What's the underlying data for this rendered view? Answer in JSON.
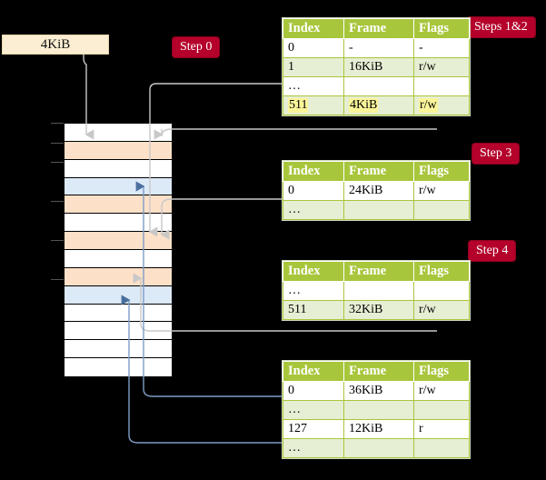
{
  "diagram": {
    "title_label": "4KiB",
    "steps": [
      {
        "id": "step0",
        "label": "Step 0"
      },
      {
        "id": "steps12",
        "label": "Steps 1&2"
      },
      {
        "id": "step3",
        "label": "Step 3"
      },
      {
        "id": "step4",
        "label": "Step 4"
      }
    ]
  },
  "memory": {
    "rows": [
      {
        "fill": "white"
      },
      {
        "fill": "orange"
      },
      {
        "fill": "white"
      },
      {
        "fill": "blue"
      },
      {
        "fill": "orange"
      },
      {
        "fill": "white"
      },
      {
        "fill": "orange"
      },
      {
        "fill": "white"
      },
      {
        "fill": "orange"
      },
      {
        "fill": "blue"
      },
      {
        "fill": "white"
      },
      {
        "fill": "white"
      },
      {
        "fill": "white"
      },
      {
        "fill": "white"
      }
    ]
  },
  "tables": [
    {
      "id": "table-1",
      "headers": [
        "Index",
        "Frame",
        "Flags"
      ],
      "rows": [
        {
          "cells": [
            "0",
            "-",
            "-"
          ],
          "alt": false,
          "highlight": false
        },
        {
          "cells": [
            "1",
            "16KiB",
            "r/w"
          ],
          "alt": true,
          "highlight": false
        },
        {
          "cells": [
            "…",
            "",
            ""
          ],
          "alt": false,
          "highlight": false
        },
        {
          "cells": [
            "511",
            "4KiB",
            "r/w"
          ],
          "alt": true,
          "highlight": true
        }
      ]
    },
    {
      "id": "table-2",
      "headers": [
        "Index",
        "Frame",
        "Flags"
      ],
      "rows": [
        {
          "cells": [
            "0",
            "24KiB",
            "r/w"
          ],
          "alt": false,
          "highlight": false
        },
        {
          "cells": [
            "…",
            "",
            ""
          ],
          "alt": true,
          "highlight": false
        }
      ]
    },
    {
      "id": "table-3",
      "headers": [
        "Index",
        "Frame",
        "Flags"
      ],
      "rows": [
        {
          "cells": [
            "…",
            "",
            ""
          ],
          "alt": false,
          "highlight": false
        },
        {
          "cells": [
            "511",
            "32KiB",
            "r/w"
          ],
          "alt": true,
          "highlight": false
        }
      ]
    },
    {
      "id": "table-4",
      "headers": [
        "Index",
        "Frame",
        "Flags"
      ],
      "rows": [
        {
          "cells": [
            "0",
            "36KiB",
            "r/w"
          ],
          "alt": false,
          "highlight": false
        },
        {
          "cells": [
            "…",
            "",
            ""
          ],
          "alt": true,
          "highlight": false
        },
        {
          "cells": [
            "127",
            "12KiB",
            "r"
          ],
          "alt": false,
          "highlight": false
        },
        {
          "cells": [
            "…",
            "",
            ""
          ],
          "alt": true,
          "highlight": false
        }
      ]
    }
  ],
  "colors": {
    "background": "#000000",
    "table_header": "#a8c63c",
    "table_alt_row": "#e6eed3",
    "highlight": "#fbf59a",
    "pill": "#b4002a",
    "label_box": "#fbeed3",
    "frame_orange": "#fde0c8",
    "frame_blue": "#dce9f7",
    "wire_grey": "#cccccc",
    "wire_blue": "#7d9dc4"
  }
}
